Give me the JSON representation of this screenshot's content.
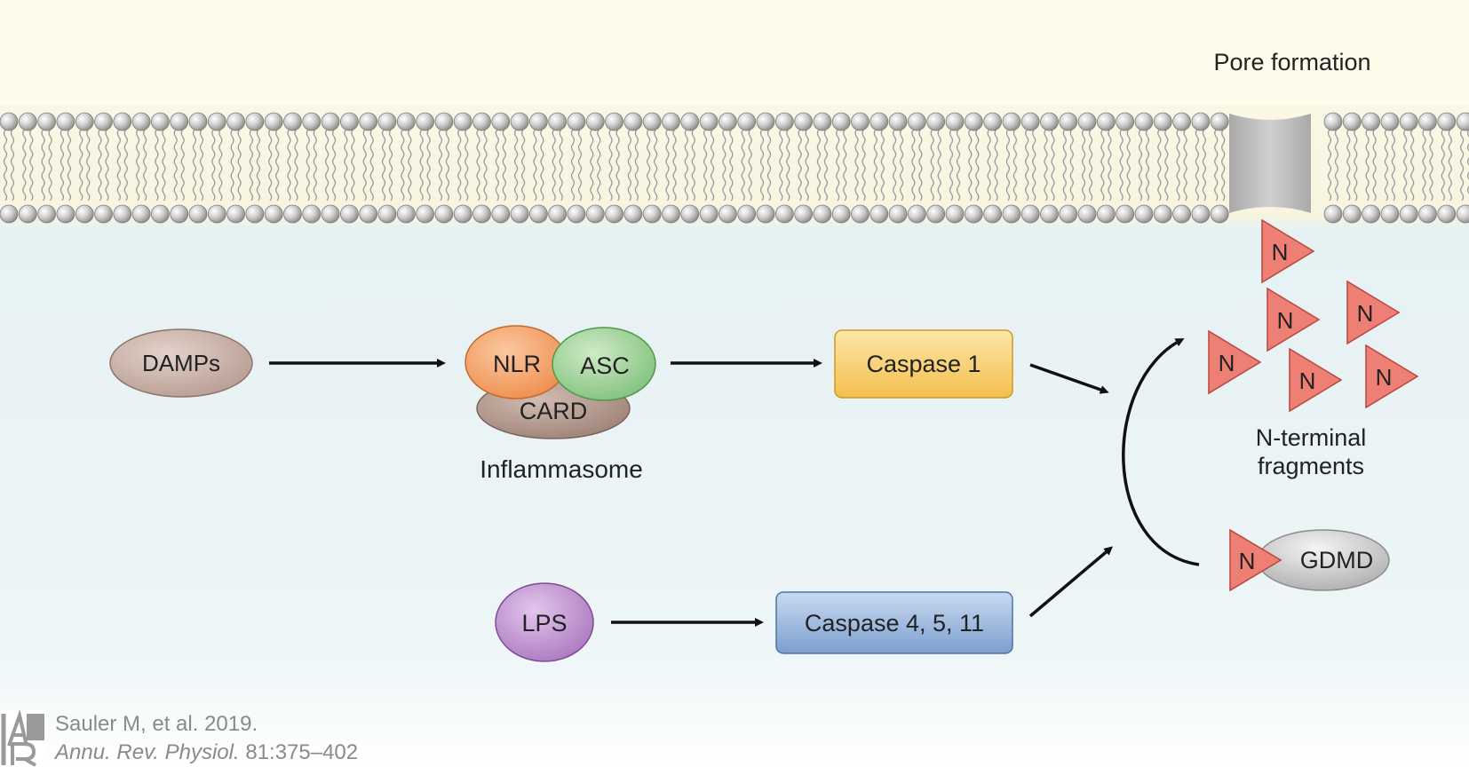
{
  "diagram": {
    "membrane": {
      "pore_label": "Pore formation"
    },
    "nodes": {
      "damps": "DAMPs",
      "nlr": "NLR",
      "asc": "ASC",
      "card": "CARD",
      "inflammasome": "Inflammasome",
      "caspase1": "Caspase 1",
      "lps": "LPS",
      "caspase4511": "Caspase 4, 5, 11",
      "n_terminal_line1": "N-terminal",
      "n_terminal_line2": "fragments",
      "n": "N",
      "gdmd": "GDMD"
    },
    "colors": {
      "extracellular_bg": "#fdfbe9",
      "cytosol_bg": "#e9f3f5",
      "damps": "#bfa49a",
      "nlr": "#f0975c",
      "asc": "#8fc98a",
      "card": "#a88a7e",
      "caspase1": "#f5c85c",
      "lps": "#b884c8",
      "caspase4511": "#86a9d6",
      "n_fragment": "#ee7f75",
      "gdmd": "#c8c8c8"
    }
  },
  "citation": {
    "line1": "Sauler M, et al. 2019.",
    "journal": "Annu. Rev. Physiol.",
    "pages": " 81:375–402"
  }
}
